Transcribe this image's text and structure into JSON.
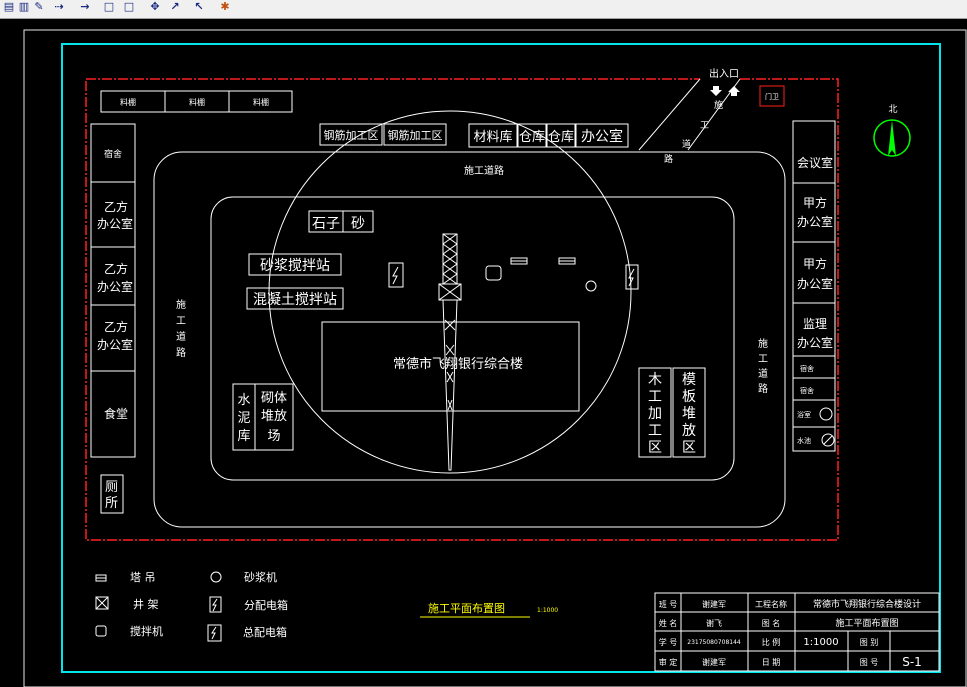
{
  "toolbar": {
    "icons": [
      "paste-icon",
      "copy-icon",
      "pen-icon",
      "arrow-icon",
      "square-icon",
      "square-icon",
      "cross-arrow-icon",
      "pointer-icon",
      "pointer-icon",
      "brush-icon"
    ]
  },
  "colors": {
    "background": "#000000",
    "border": "#00e5ee",
    "site": "#ff2020",
    "lines": "#ffffff",
    "title": "#ffff00",
    "tree": "#00ff00"
  },
  "site": {
    "sheds": [
      "料棚",
      "料棚",
      "料棚"
    ],
    "rebar_area_1": "钢筋加工区",
    "rebar_area_2": "钢筋加工区",
    "warehouse_1": "材料库",
    "warehouse_2": "仓库",
    "warehouse_3": "仓库",
    "office": "办公室",
    "entrance": "出入口",
    "gate_label": "门卫",
    "entrance_road": [
      "施",
      "工",
      "道",
      "路"
    ],
    "road_top": "施工道路",
    "road_left": [
      "施",
      "工",
      "道",
      "路"
    ],
    "road_right": [
      "施",
      "工",
      "道",
      "路"
    ],
    "left_rooms": [
      "宿舍",
      "乙方\n办公室",
      "乙方\n办公室",
      "乙方\n办公室",
      "食堂",
      "厕所"
    ],
    "right_rooms": [
      "会议室",
      "甲方\n办公室",
      "甲方\n办公室",
      "监理\n办公室",
      "宿舍",
      "宿舍",
      "浴室",
      "水池"
    ],
    "stone": "石子",
    "sand": "砂",
    "mortar_station": "砂浆搅拌站",
    "concrete_station": "混凝土搅拌站",
    "building": "常德市飞翔银行综合楼",
    "cement": [
      "水",
      "泥",
      "库"
    ],
    "block_yard": [
      "砌体",
      "堆放",
      "场"
    ],
    "wood_area": [
      "木",
      "工",
      "加",
      "工",
      "区"
    ],
    "formwork_area": [
      "模",
      "板",
      "堆",
      "放",
      "区"
    ],
    "north": "北"
  },
  "legend": {
    "row1_a": "塔 吊",
    "row1_b": "砂浆机",
    "row2_a": "井 架",
    "row2_b": "分配电箱",
    "row3_a": "搅拌机",
    "row3_b": "总配电箱"
  },
  "drawing_title": "施工平面布置图",
  "drawing_scale": "1:1000",
  "title_block": {
    "r1": [
      "班 号",
      "谢建军",
      "工程名称",
      "常德市飞翔银行综合楼设计"
    ],
    "r2": [
      "姓 名",
      "谢飞",
      "图 名",
      "施工平面布置图"
    ],
    "r3": [
      "学 号",
      "23175080708144",
      "比 例",
      "1:1000",
      "图 别",
      ""
    ],
    "r4": [
      "审 定",
      "谢建军",
      "日 期",
      "",
      "图 号",
      "S-1"
    ]
  }
}
